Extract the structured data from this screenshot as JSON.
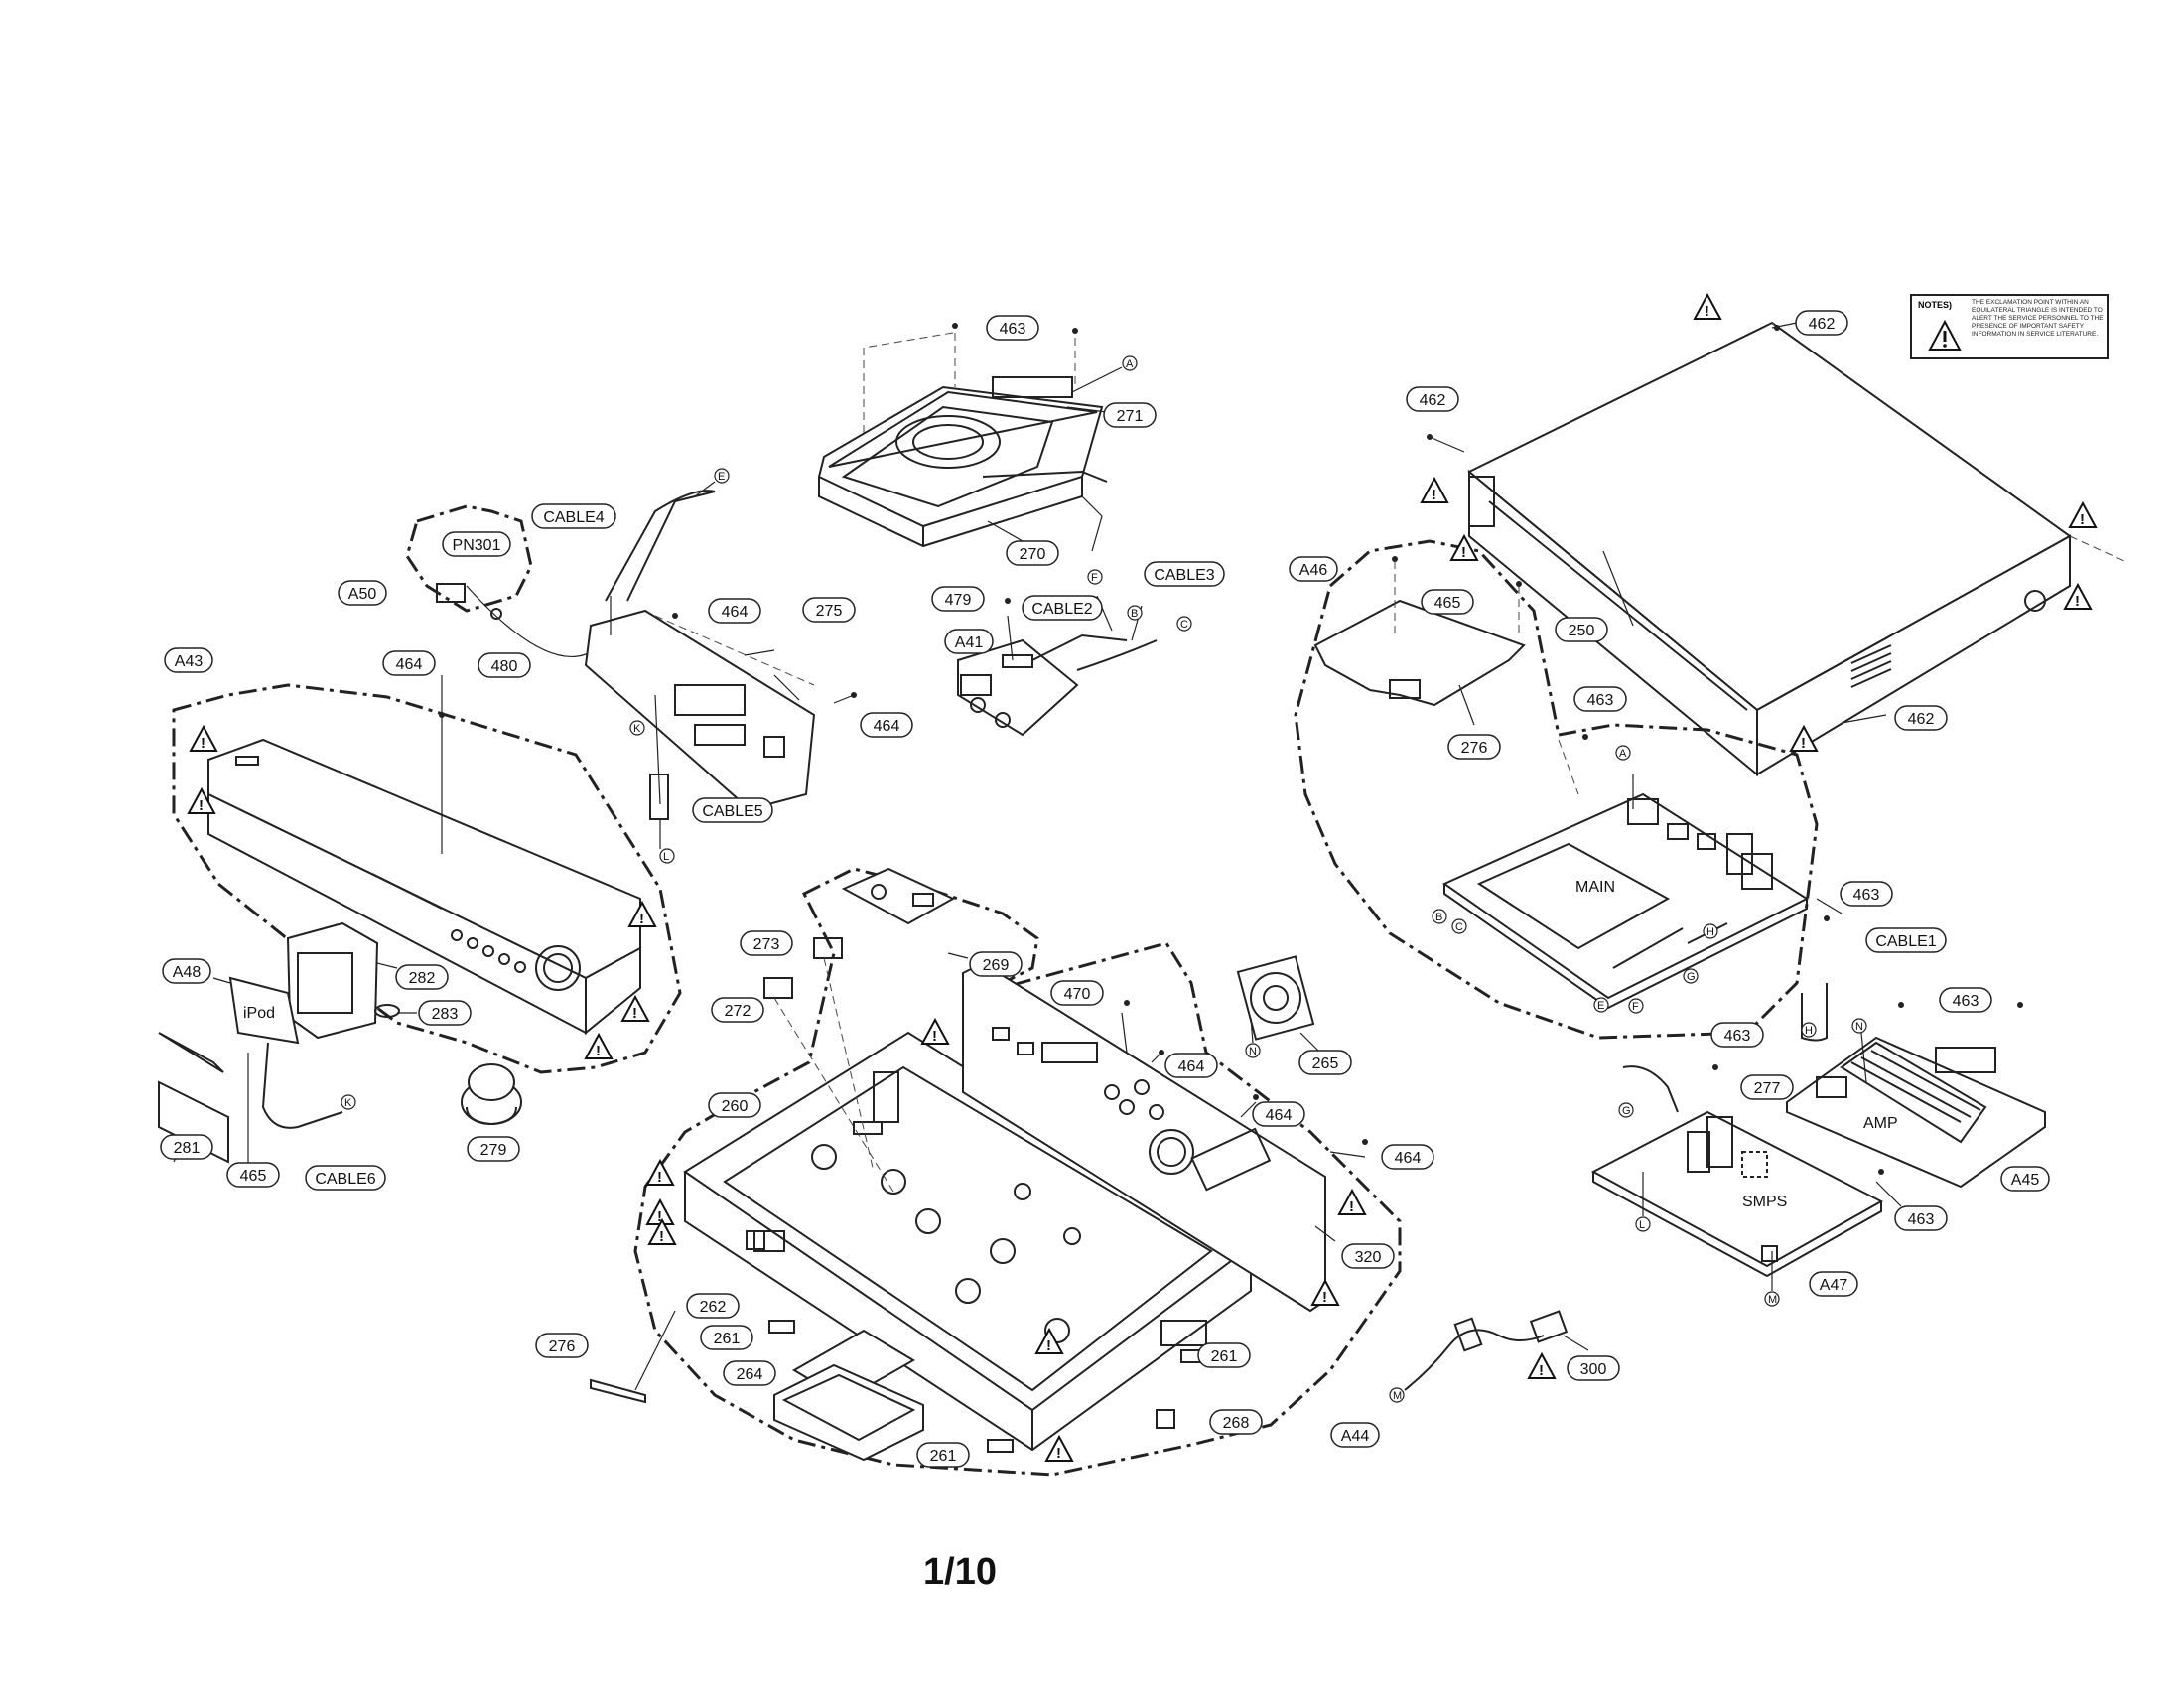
{
  "page": {
    "page_number": "1/10"
  },
  "notes_box": {
    "title": "NOTES)",
    "text": "THE EXCLAMATION POINT WITHIN AN EQUILATERAL TRIANGLE IS INTENDED TO ALERT THE SERVICE PERSONNEL TO THE PRESENCE OF IMPORTANT SAFETY INFORMATION IN SERVICE LITERATURE.",
    "symbol": "warning-triangle-icon"
  },
  "board_labels": {
    "main": "MAIN",
    "amp": "AMP",
    "smps": "SMPS",
    "ipod": "iPod"
  },
  "part_labels": [
    "463",
    "271",
    "270",
    "462",
    "462",
    "462",
    "250",
    "CABLE4",
    "PN301",
    "A50",
    "464",
    "480",
    "275",
    "464",
    "CABLE5",
    "479",
    "CABLE2",
    "CABLE3",
    "A41",
    "A46",
    "465",
    "276",
    "463",
    "463",
    "A43",
    "464",
    "A48",
    "282",
    "283",
    "281",
    "465",
    "CABLE6",
    "279",
    "273",
    "272",
    "269",
    "470",
    "464",
    "464",
    "265",
    "464",
    "260",
    "320",
    "262",
    "261",
    "261",
    "261",
    "276",
    "264",
    "268",
    "A44",
    "CABLE1",
    "463",
    "A45",
    "463",
    "277",
    "463",
    "A47",
    "300"
  ],
  "connector_letters": [
    "A",
    "E",
    "F",
    "B",
    "C",
    "K",
    "L",
    "A",
    "B",
    "C",
    "E",
    "F",
    "G",
    "H",
    "H",
    "N",
    "N",
    "K",
    "G",
    "L",
    "M",
    "M"
  ],
  "warning_mark": "!"
}
